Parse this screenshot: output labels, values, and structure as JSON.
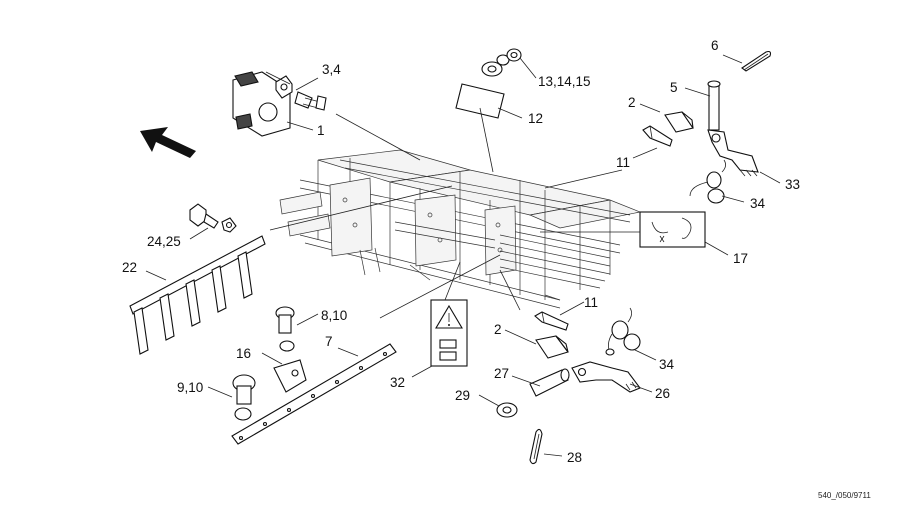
{
  "callouts": {
    "c1": "1",
    "c34a": "3,4",
    "c131415": "13,14,15",
    "c12": "12",
    "c6": "6",
    "c5": "5",
    "c2a": "2",
    "c11a": "11",
    "c33": "33",
    "c34b": "34",
    "c17": "17",
    "c2425": "24,25",
    "c22": "22",
    "c810": "8,10",
    "c16": "16",
    "c7": "7",
    "c910": "9,10",
    "c32": "32",
    "c11b": "11",
    "c2b": "2",
    "c34c": "34",
    "c27": "27",
    "c26": "26",
    "c29": "29",
    "c28": "28"
  },
  "drawing_code": "540_/050/9711",
  "icons": {
    "direction": "direction-arrow-icon",
    "warning": "warning-triangle-icon",
    "spring_sticker": "spring-sticker-icon"
  }
}
